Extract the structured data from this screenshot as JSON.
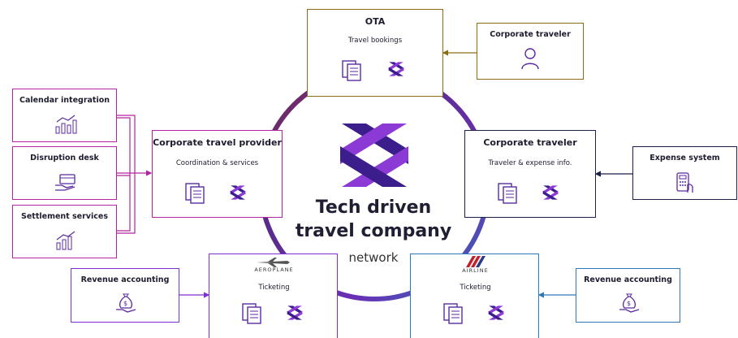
{
  "center": {
    "title_line1": "Tech driven",
    "title_line2": "travel company",
    "subtitle": "network"
  },
  "nodes": {
    "ota": {
      "title": "OTA",
      "subtitle": "Travel bookings"
    },
    "provider": {
      "title": "Corporate travel provider",
      "subtitle": "Coordination & services"
    },
    "traveler_right": {
      "title": "Corporate traveler",
      "subtitle": "Traveler & expense info."
    },
    "aeroplane": {
      "logo": "AEROPLANE",
      "subtitle": "Ticketing"
    },
    "airline": {
      "logo": "AIRLINE",
      "subtitle": "Ticketing"
    }
  },
  "sources": {
    "traveler_top": "Corporate traveler",
    "calendar": "Calendar integration",
    "disruption": "Disruption desk",
    "settlement": "Settlement services",
    "expense": "Expense system",
    "revenue_left": "Revenue accounting",
    "revenue_right": "Revenue accounting"
  },
  "colors": {
    "ota": "#8a6d10",
    "provider": "#b0259e",
    "traveler": "#1c1f4a",
    "aeroplane": "#7f2fd6",
    "airline": "#2e77b8",
    "logo_dark": "#3b1d8c",
    "logo_light": "#8c3ad6"
  }
}
